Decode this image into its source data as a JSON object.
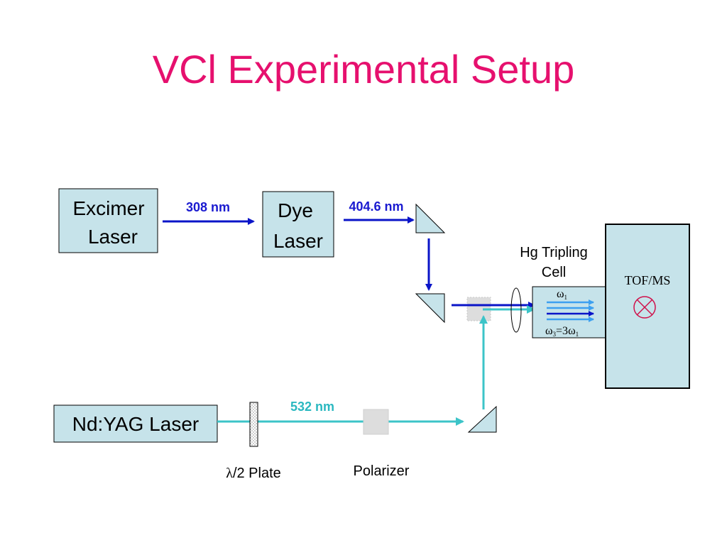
{
  "title": "VCl Experimental Setup",
  "colors": {
    "title": "#e6106e",
    "box_fill": "#c6e3ea",
    "dark_beam": "#0a14c8",
    "cyan_beam": "#3cc4c8",
    "light_blue_beam": "#3ca0f0",
    "wavelength_dark": "#1a1ad0",
    "wavelength_cyan": "#2ab8c0",
    "target": "#d0104a"
  },
  "boxes": {
    "excimer": [
      "Excimer",
      "Laser"
    ],
    "dye": [
      "Dye",
      "Laser"
    ],
    "ndyag": "Nd:YAG Laser",
    "tofms": "TOF/MS"
  },
  "wavelengths": {
    "excimer_beam": "308 nm",
    "dye_beam": "404.6 nm",
    "yag_beam": "532 nm"
  },
  "labels": {
    "hg_cell": [
      "Hg Tripling",
      "Cell"
    ],
    "half_wave_plate": "/2 Plate",
    "polarizer": "Polarizer"
  },
  "symbols": {
    "lambda": "λ",
    "omega": "ω",
    "omega1_sub": "1",
    "omega3_sub": "3",
    "equals_three": "=3"
  }
}
